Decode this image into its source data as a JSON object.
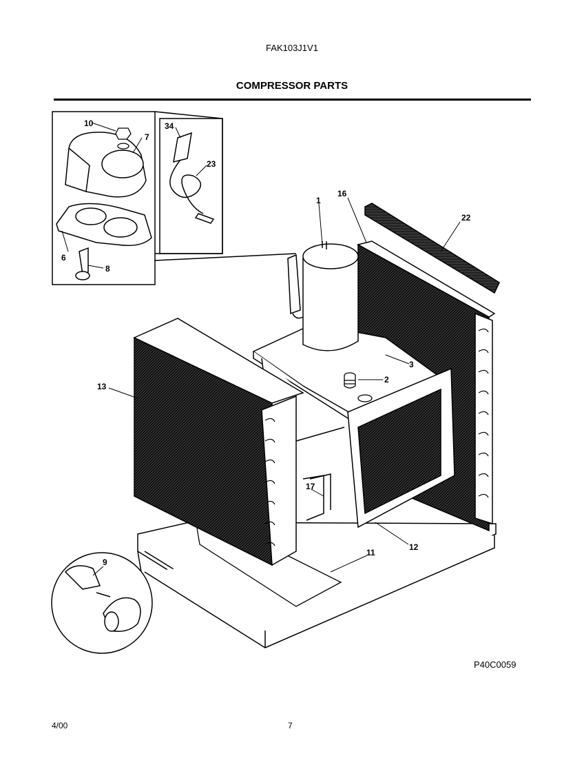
{
  "header": {
    "model_number": "FAK103J1V1",
    "section_title": "COMPRESSOR PARTS"
  },
  "diagram": {
    "code": "P40C0059",
    "callouts": [
      "1",
      "2",
      "3",
      "6",
      "7",
      "8",
      "9",
      "10",
      "11",
      "12",
      "13",
      "16",
      "17",
      "22",
      "23",
      "34"
    ]
  },
  "footer": {
    "date": "4/00",
    "page_number": "7"
  }
}
